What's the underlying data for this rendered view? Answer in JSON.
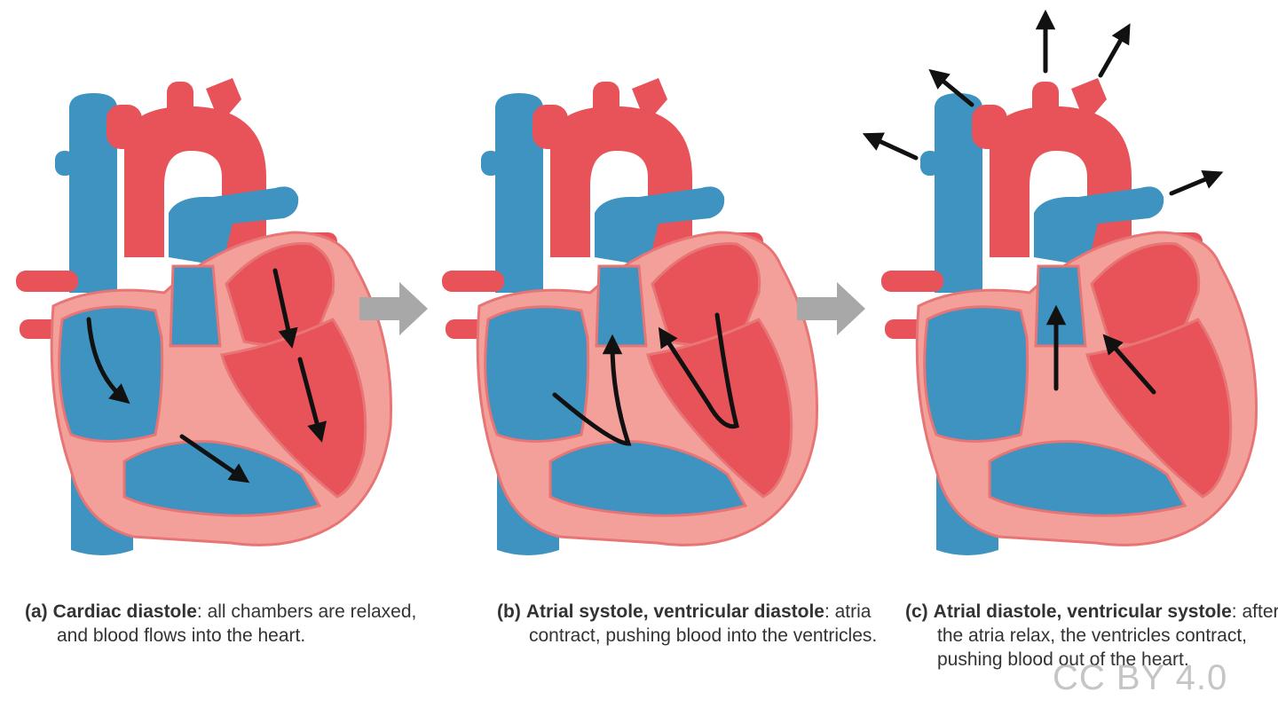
{
  "panels": [
    {
      "id": "a",
      "label": "(a)",
      "term": "Cardiac diastole",
      "description": ": all chambers are relaxed, and blood flows into the heart."
    },
    {
      "id": "b",
      "label": "(b)",
      "term": "Atrial systole, ventricular diastole",
      "description": ": atria contract, pushing blood into the ventricles."
    },
    {
      "id": "c",
      "label": "(c)",
      "term": "Atrial diastole, ventricular systole",
      "description": ": after the atria relax, the ventricles contract, pushing blood out of the heart."
    }
  ],
  "license": "CC BY 4.0",
  "colors": {
    "deoxygenated_blue": "#3e93c0",
    "oxygenated_red": "#e8535a",
    "heart_wall_pink": "#f4a09a",
    "outline_pink": "#e87575",
    "arrow_black": "#111111",
    "transition_arrow_gray": "#a8a8a8"
  }
}
